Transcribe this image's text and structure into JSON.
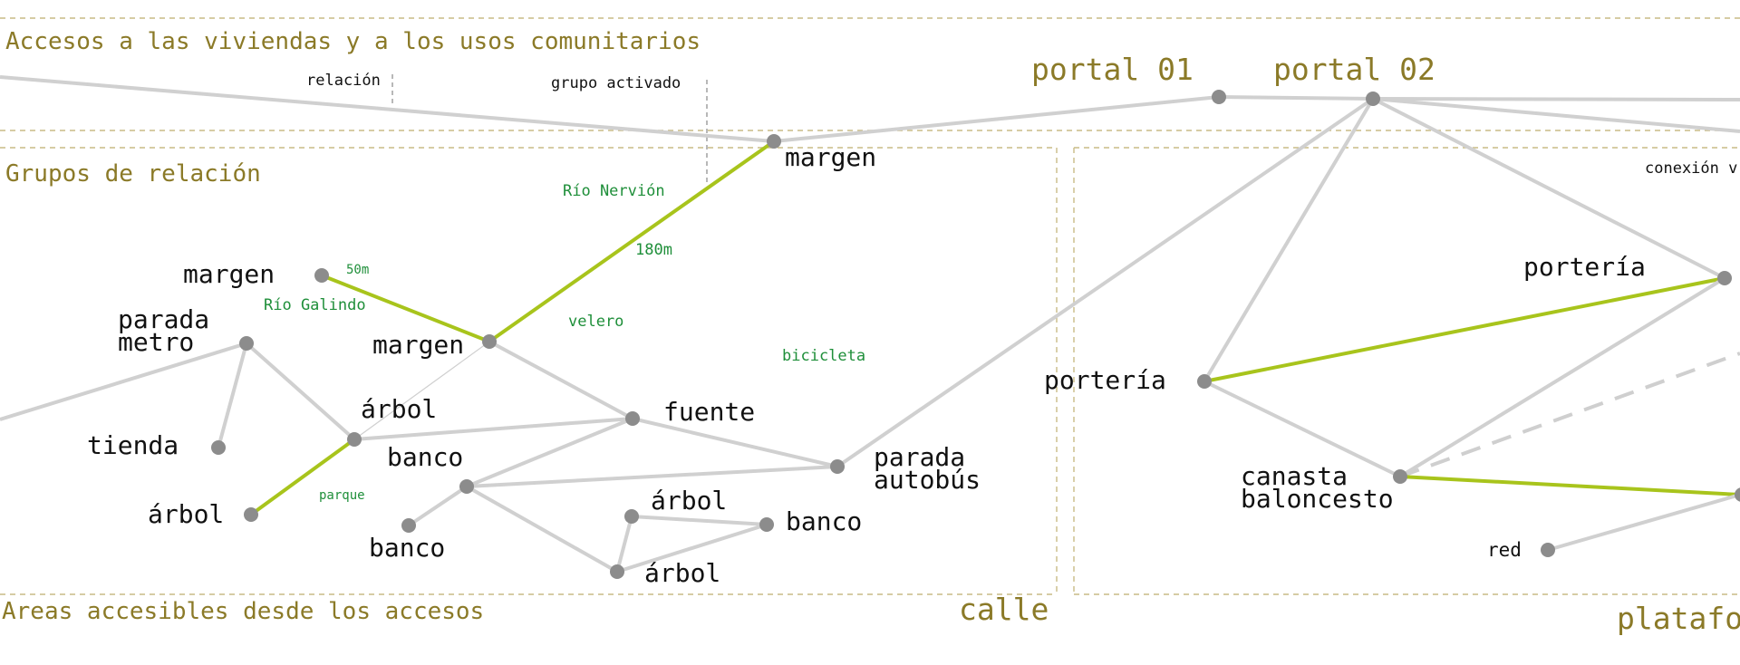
{
  "sections": {
    "accesos": "Accesos a las viviendas y a los usos comunitarios",
    "grupos": "Grupos de relación",
    "areas": "Areas accesibles desde los accesos",
    "calle": "calle",
    "plataforma": "platafo"
  },
  "portals": {
    "p01": "portal 01",
    "p02": "portal 02"
  },
  "markers": {
    "relacion": "relación",
    "grupo_activado": "grupo activado",
    "conexion": "conexión v"
  },
  "nodes": {
    "margen_top": "margen",
    "margen_left": "margen",
    "margen_mid": "margen",
    "parada_metro_1": "parada",
    "parada_metro_2": "metro",
    "tienda": "tienda",
    "arbol_left": "árbol",
    "arbol_mid": "árbol",
    "banco_1": "banco",
    "banco_2": "banco",
    "fuente": "fuente",
    "parada_bus_1": "parada",
    "parada_bus_2": "autobús",
    "arbol_right": "árbol",
    "banco_right": "banco",
    "arbol_bottom": "árbol",
    "porteria_left": "portería",
    "porteria_right": "portería",
    "canasta_1": "canasta",
    "canasta_2": "baloncesto",
    "red": "red"
  },
  "annotations": {
    "rio_nervion": "Río Nervión",
    "m180": "180m",
    "m50": "50m",
    "rio_galindo": "Río Galindo",
    "velero": "velero",
    "bicicleta": "bicicleta",
    "parque": "parque"
  },
  "colors": {
    "section_text": "#8b7a28",
    "node": "#8c8c8c",
    "edge": "#d0d0d0",
    "highlight_edge": "#a8c41c",
    "annotation": "#1f8f3a"
  }
}
